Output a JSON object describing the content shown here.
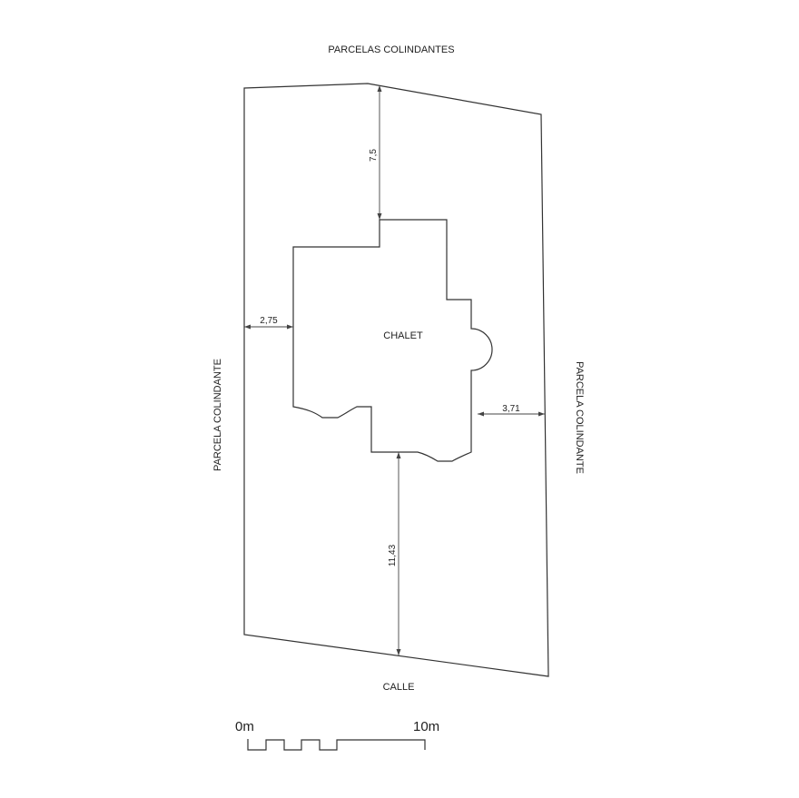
{
  "labels": {
    "top_neighbors": "PARCELAS COLINDANTES",
    "left_neighbor": "PARCELA COLINDANTE",
    "right_neighbor": "PARCELA COLINDANTE",
    "street": "CALLE",
    "building": "CHALET"
  },
  "dimensions": {
    "north_setback": "7,5",
    "west_setback": "2,75",
    "east_setback": "3,71",
    "south_setback": "11,43"
  },
  "scale_bar": {
    "start": "0m",
    "end": "10m"
  }
}
